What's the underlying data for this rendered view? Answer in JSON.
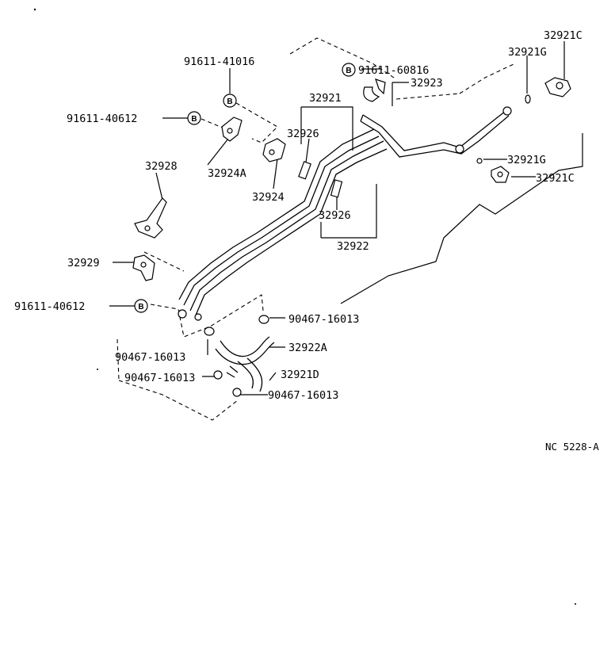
{
  "diagram_ref": "NC 5228-A",
  "badge_letter": "B",
  "labels": {
    "p91611_41016": "91611-41016",
    "p91611_60816": "91611-60816",
    "p91611_40612_top": "91611-40612",
    "p91611_40612_bottom": "91611-40612",
    "p32921": "32921",
    "p32921C_top": "32921C",
    "p32921C_right": "32921C",
    "p32921G_top": "32921G",
    "p32921G_right": "32921G",
    "p32923": "32923",
    "p32926_top": "32926",
    "p32926_bottom": "32926",
    "p32928": "32928",
    "p32924A": "32924A",
    "p32924": "32924",
    "p32922": "32922",
    "p32929": "32929",
    "p90467_a": "90467-16013",
    "p90467_b": "90467-16013",
    "p90467_c": "90467-16013",
    "p90467_d": "90467-16013",
    "p32922A": "32922A",
    "p32921D": "32921D"
  }
}
